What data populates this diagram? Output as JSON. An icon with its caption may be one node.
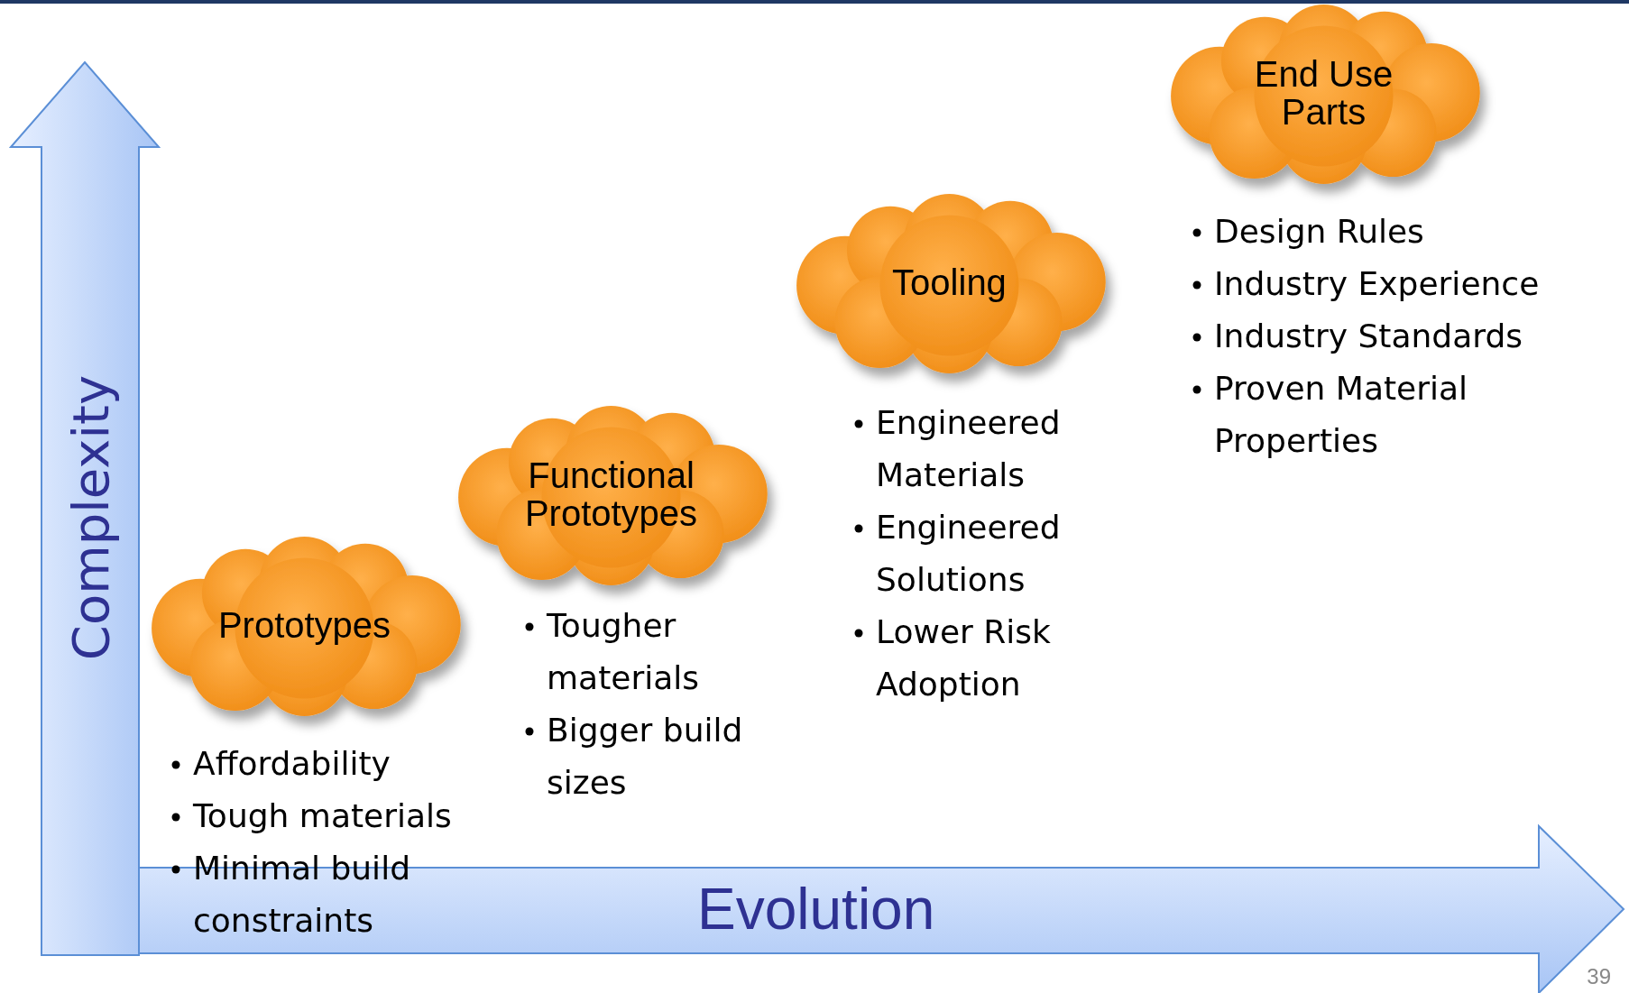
{
  "diagram": {
    "nodes": [
      {
        "text": [
          "Evolution"
        ]
      },
      {
        "text": [
          "Complexity"
        ]
      },
      {
        "text": [
          "Prototypes"
        ]
      },
      {
        "text": [
          "Functional Prototypes"
        ],
        "beside": [
          "Tougher materials",
          "Bigger build sizes"
        ]
      },
      {
        "text": [
          "Tooling"
        ],
        "beside": [
          "Engineered Materials",
          "Engineered Solutions",
          "Lower Risk Adoption"
        ]
      },
      {
        "text": [
          "End Use Parts"
        ],
        "beside": [
          "Design Rules",
          "Industry Experience",
          "Industry Standards",
          "Proven Material Properties"
        ]
      }
    ],
    "edges": [],
    "labels": [
      "Affordability",
      "Tough materials",
      "Minimal build constraints",
      "39"
    ]
  }
}
